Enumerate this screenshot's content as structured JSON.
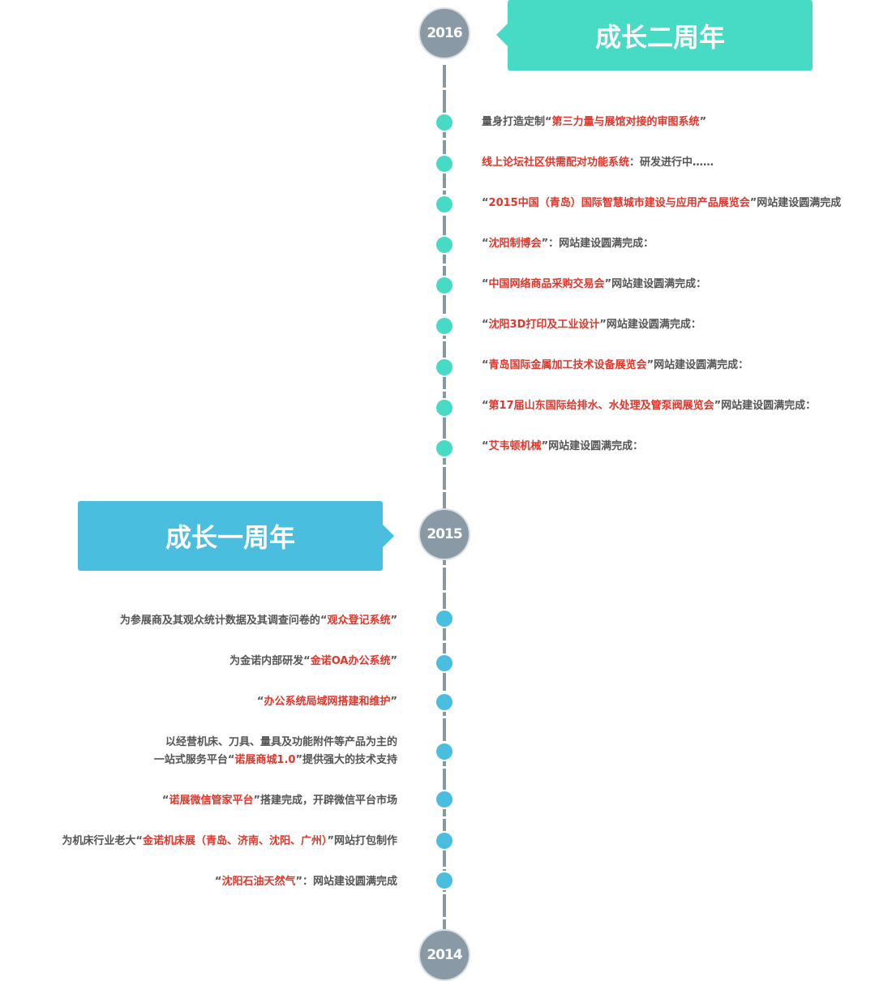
{
  "years": {
    "y2016": "2016",
    "y2015": "2015",
    "y2014": "2014"
  },
  "banners": {
    "second_anniversary": "成长二周年",
    "first_anniversary": "成长一周年"
  },
  "colors": {
    "teal": "#47dbc6",
    "blue": "#4abede",
    "highlight": "#e0362b",
    "year_circle": "#8999a5"
  },
  "entries_2016": [
    {
      "pre": "量身打造定制“",
      "hl": "第三力量与展馆对接的审图系统",
      "post": "”"
    },
    {
      "pre": "",
      "hl": "线上论坛社区供需配对功能系统",
      "post": "：研发进行中……"
    },
    {
      "pre": "“",
      "hl": "2015中国（青岛）国际智慧城市建设与应用产品展览会",
      "post": "”网站建设圆满完成"
    },
    {
      "pre": "“",
      "hl": "沈阳制博会",
      "post": "”：网站建设圆满完成："
    },
    {
      "pre": "“",
      "hl": "中国网络商品采购交易会",
      "post": "”网站建设圆满完成："
    },
    {
      "pre": "“",
      "hl": "沈阳3D打印及工业设计",
      "post": "”网站建设圆满完成："
    },
    {
      "pre": "“",
      "hl": "青岛国际金属加工技术设备展览会",
      "post": "”网站建设圆满完成："
    },
    {
      "pre": "“",
      "hl": "第17届山东国际给排水、水处理及管泵阀展览会",
      "post": "”网站建设圆满完成："
    },
    {
      "pre": "“",
      "hl": "艾韦顿机械",
      "post": "”网站建设圆满完成："
    }
  ],
  "entries_2015": [
    {
      "pre": "为参展商及其观众统计数据及其调查问卷的“",
      "hl": "观众登记系统",
      "post": "”"
    },
    {
      "pre": "为金诺内部研发“",
      "hl": "金诺OA办公系统",
      "post": "”"
    },
    {
      "pre": "“",
      "hl": "办公系统局域网搭建和维护",
      "post": "”"
    },
    {
      "line1": "以经营机床、刀具、量具及功能附件等产品为主的",
      "pre": "一站式服务平台“",
      "hl": "诺展商城1.0",
      "post": "”提供强大的技术支持"
    },
    {
      "pre": "“",
      "hl": "诺展微信管家平台",
      "post": "”搭建完成，开辟微信平台市场"
    },
    {
      "pre": "为机床行业老大“",
      "hl": "金诺机床展（青岛、济南、沈阳、广州）",
      "post": "”网站打包制作"
    },
    {
      "pre": "“",
      "hl": "沈阳石油天然气",
      "post": "”：网站建设圆满完成"
    }
  ]
}
